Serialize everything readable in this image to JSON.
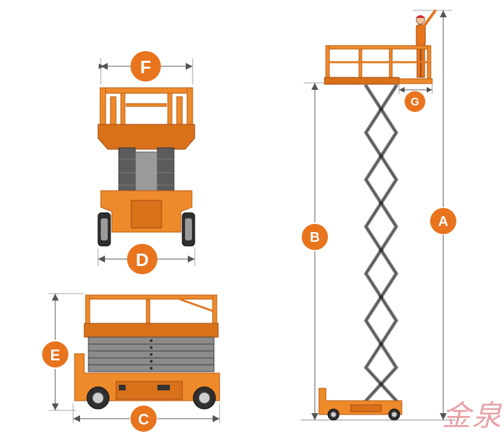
{
  "dimension_labels": {
    "A": "A",
    "B": "B",
    "C": "C",
    "D": "D",
    "E": "E",
    "F": "F",
    "G": "G"
  },
  "watermark": "金泉",
  "colors": {
    "badge": "#e8741e",
    "machine_body": "#ee8a2a",
    "scissor_arms": "#7a7a7a",
    "watermark": "#e7a3a8"
  }
}
